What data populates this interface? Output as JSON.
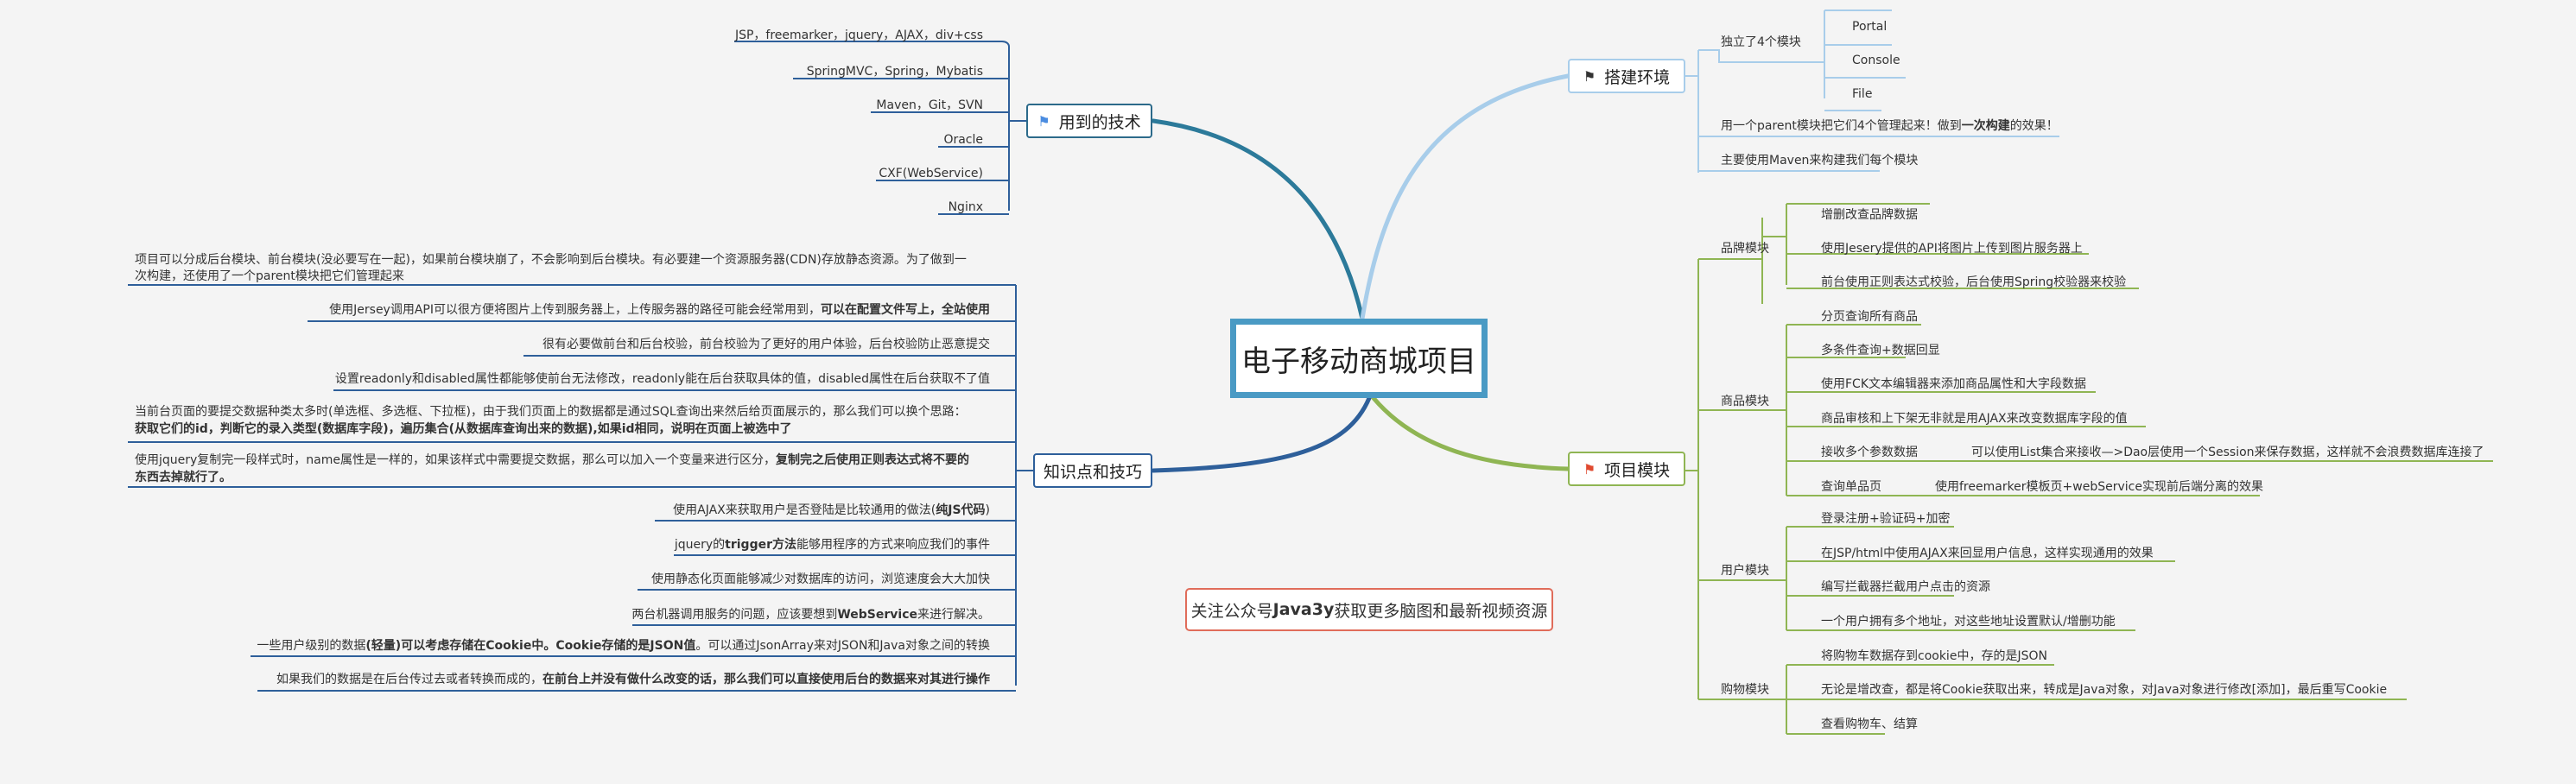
{
  "central": {
    "title": "电子移动商城项目"
  },
  "promo": {
    "pre": "关注公众号",
    "bold": "Java3y",
    "post": "获取更多脑图和最新视频资源"
  },
  "tech": {
    "label": "用到的技术",
    "flag_icon": "blue-flag-icon",
    "items": [
      "JSP，freemarker，jquery，AJAX，div+css",
      "SpringMVC，Spring，Mybatis",
      "Maven，Git，SVN",
      "Oracle",
      "CXF(WebService)",
      "Nginx"
    ]
  },
  "env": {
    "label": "搭建环境",
    "flag_icon": "dark-flag-icon",
    "sub_label": "独立了4个模块",
    "modules": [
      "Portal",
      "Console",
      "File"
    ],
    "note1_pre": "用一个parent模块把它们4个管理起来！做到",
    "note1_bold": "一次构建",
    "note1_post": "的效果！",
    "note2": "主要使用Maven来构建我们每个模块"
  },
  "knowledge": {
    "label": "知识点和技巧",
    "items": {
      "k1_line1": "项目可以分成后台模块、前台模块(没必要写在一起)，如果前台模块崩了，不会影响到后台模块。有必要建一个资源服务器(CDN)存放静态资源。为了做到一",
      "k1_line2": "次构建，还使用了一个parent模块把它们管理起来",
      "k2_pre": "使用Jersey调用API可以很方便将图片上传到服务器上，上传服务器的路径可能会经常用到，",
      "k2_bold": "可以在配置文件写上，全站使用",
      "k3": "很有必要做前台和后台校验，前台校验为了更好的用户体验，后台校验防止恶意提交",
      "k4": "设置readonly和disabled属性都能够使前台无法修改，readonly能在后台获取具体的值，disabled属性在后台获取不了值",
      "k5_line1": "当前台页面的要提交数据种类太多时(单选框、多选框、下拉框)，由于我们页面上的数据都是通过SQL查询出来然后给页面展示的，那么我们可以换个思路：",
      "k5_line2": "获取它们的id，判断它的录入类型(数据库字段)，遍历集合(从数据库查询出来的数据),如果id相同，说明在页面上被选中了",
      "k6_line1_pre": "使用jquery复制完一段样式时，name属性是一样的，如果该样式中需要提交数据，那么可以加入一个变量来进行区分，",
      "k6_line1_bold": "复制完之后使用正则表达式将不要的",
      "k6_line2": "东西去掉就行了。",
      "k7_pre": "使用AJAX来获取用户是否登陆是比较通用的做法(",
      "k7_bold": "纯JS代码",
      "k7_post": ")",
      "k8_pre": "jquery的",
      "k8_bold": "trigger方法",
      "k8_post": "能够用程序的方式来响应我们的事件",
      "k9": "使用静态化页面能够减少对数据库的访问，浏览速度会大大加快",
      "k10_pre": "两台机器调用服务的问题，应该要想到",
      "k10_bold": "WebService",
      "k10_post": "来进行解决。",
      "k11_pre": "一些用户级别的数据",
      "k11_bold": "(轻量)可以考虑存储在Cookie中。Cookie存储的是JSON值",
      "k11_post": "。可以通过JsonArray来对JSON和Java对象之间的转换",
      "k12_pre": "如果我们的数据是在后台传过去或者转换而成的，",
      "k12_bold": "在前台上并没有做什么改变的话，那么我们可以直接使用后台的数据来对其进行操作"
    }
  },
  "project": {
    "label": "项目模块",
    "flag_icon": "red-flag-icon",
    "brand": {
      "label": "品牌模块",
      "items": [
        "增删改查品牌数据",
        "使用Jesery提供的API将图片上传到图片服务器上",
        "前台使用正则表达式校验，后台使用Spring校验器来校验"
      ]
    },
    "goods": {
      "label": "商品模块",
      "items": [
        "分页查询所有商品",
        "多条件查询+数据回显",
        "使用FCK文本编辑器来添加商品属性和大字段数据",
        "商品审核和上下架无非就是用AJAX来改变数据库字段的值",
        "接收多个参数数据",
        "查询单品页"
      ],
      "multi_param_detail": "可以使用List集合来接收—>Dao层使用一个Session来保存数据，这样就不会浪费数据库连接了",
      "single_page_detail": "使用freemarker模板页+webService实现前后端分离的效果"
    },
    "user": {
      "label": "用户模块",
      "items": [
        "登录注册+验证码+加密",
        "在JSP/html中使用AJAX来回显用户信息，这样实现通用的效果",
        "编写拦截器拦截用户点击的资源",
        "一个用户拥有多个地址，对这些地址设置默认/增删功能"
      ]
    },
    "cart": {
      "label": "购物模块",
      "items": [
        "将购物车数据存到cookie中，存的是JSON",
        "无论是增改查，都是将Cookie获取出来，转成是Java对象，对Java对象进行修改[添加]，最后重写Cookie",
        "查看购物车、结算"
      ]
    }
  }
}
